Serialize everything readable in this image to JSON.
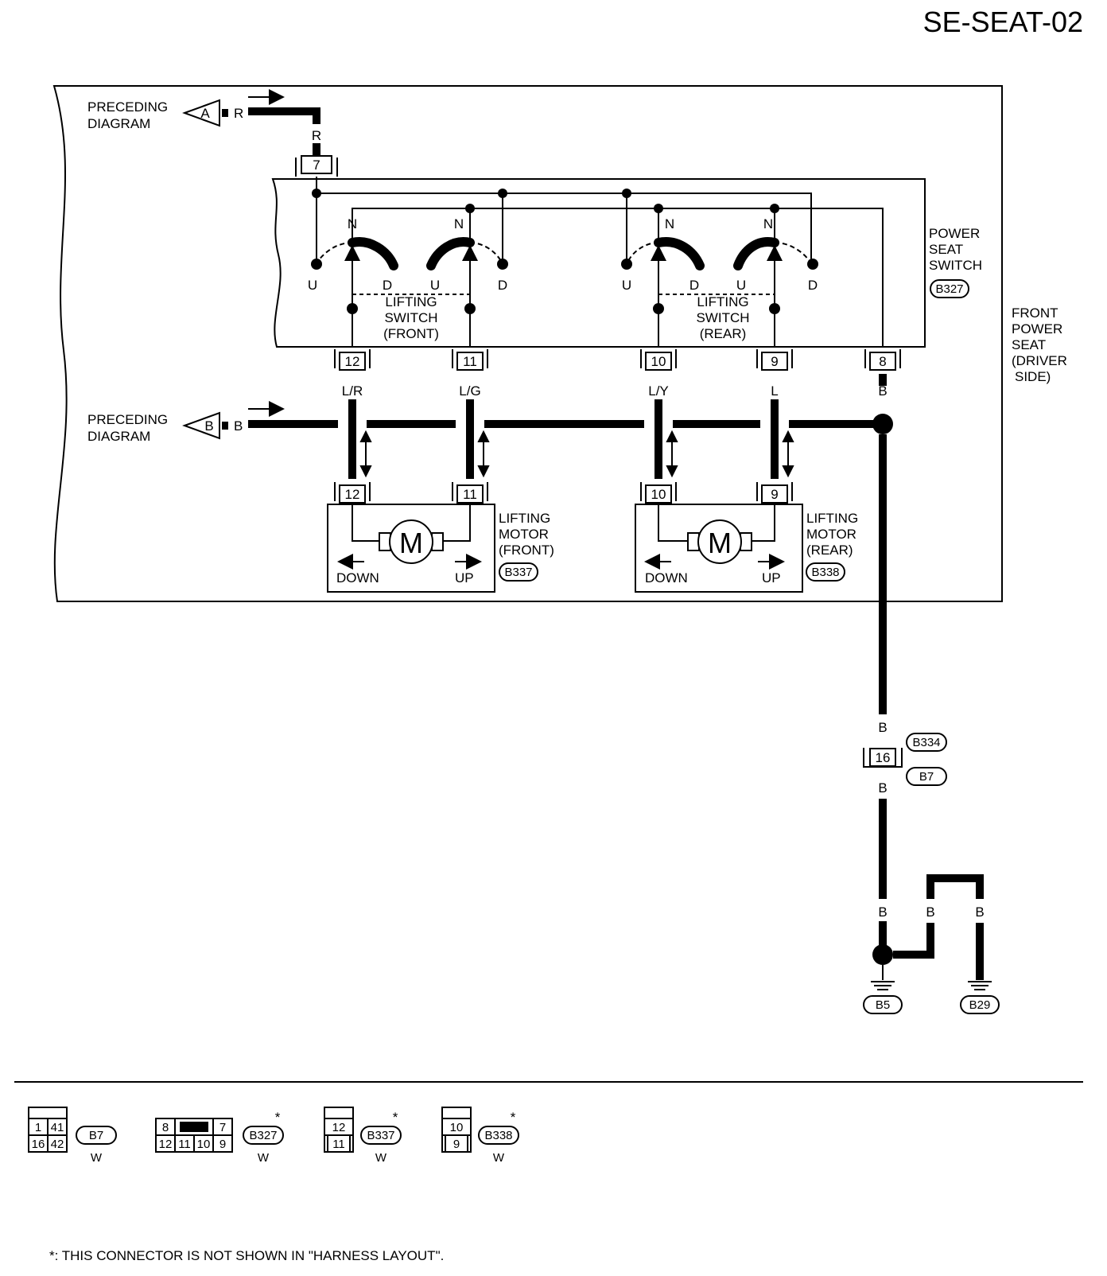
{
  "title": "SE-SEAT-02",
  "preceding_a": {
    "line1": "PRECEDING",
    "line2": "DIAGRAM",
    "connector": "A",
    "wire": "R"
  },
  "preceding_b": {
    "line1": "PRECEDING",
    "line2": "DIAGRAM",
    "connector": "B",
    "wire": "B"
  },
  "top_wire": "R",
  "terminal_7": "7",
  "power_seat_switch": {
    "line1": "POWER",
    "line2": "SEAT",
    "line3": "SWITCH",
    "connector": "B327"
  },
  "front_power_seat": {
    "line1": "FRONT",
    "line2": "POWER",
    "line3": "SEAT",
    "line4": "(DRIVER",
    "line5": "SIDE)"
  },
  "switch_letters": {
    "n": "N",
    "u": "U",
    "d": "D"
  },
  "lifting_switch_front": {
    "line1": "LIFTING",
    "line2": "SWITCH",
    "line3": "(FRONT)"
  },
  "lifting_switch_rear": {
    "line1": "LIFTING",
    "line2": "SWITCH",
    "line3": "(REAR)"
  },
  "switch_terminals": [
    {
      "num": "12",
      "wire": "L/R"
    },
    {
      "num": "11",
      "wire": "L/G"
    },
    {
      "num": "10",
      "wire": "L/Y"
    },
    {
      "num": "9",
      "wire": "L"
    },
    {
      "num": "8",
      "wire": "B"
    }
  ],
  "motor_front": {
    "t1": "12",
    "t2": "11",
    "line1": "LIFTING",
    "line2": "MOTOR",
    "line3": "(FRONT)",
    "connector": "B337",
    "down": "DOWN",
    "up": "UP",
    "m": "M"
  },
  "motor_rear": {
    "t1": "10",
    "t2": "9",
    "line1": "LIFTING",
    "line2": "MOTOR",
    "line3": "(REAR)",
    "connector": "B338",
    "down": "DOWN",
    "up": "UP",
    "m": "M"
  },
  "ground_path": {
    "wire_upper": "B",
    "terminal": "16",
    "connector_upper": "B334",
    "connector_lower": "B7",
    "wire_lower": "B",
    "wire_b1": "B",
    "wire_b2": "B",
    "wire_b3": "B",
    "ground1": "B5",
    "ground2": "B29"
  },
  "connector_legend": [
    {
      "name": "B7",
      "color": "W",
      "cells": [
        "1",
        "41",
        "16",
        "42"
      ]
    },
    {
      "name": "B327",
      "color": "W",
      "star": "*",
      "cells": [
        "8",
        "7",
        "12",
        "11",
        "10",
        "9"
      ]
    },
    {
      "name": "B337",
      "color": "W",
      "star": "*",
      "cells": [
        "12",
        "11"
      ]
    },
    {
      "name": "B338",
      "color": "W",
      "star": "*",
      "cells": [
        "10",
        "9"
      ]
    }
  ],
  "footnote": "*: THIS CONNECTOR IS NOT SHOWN IN \"HARNESS LAYOUT\"."
}
